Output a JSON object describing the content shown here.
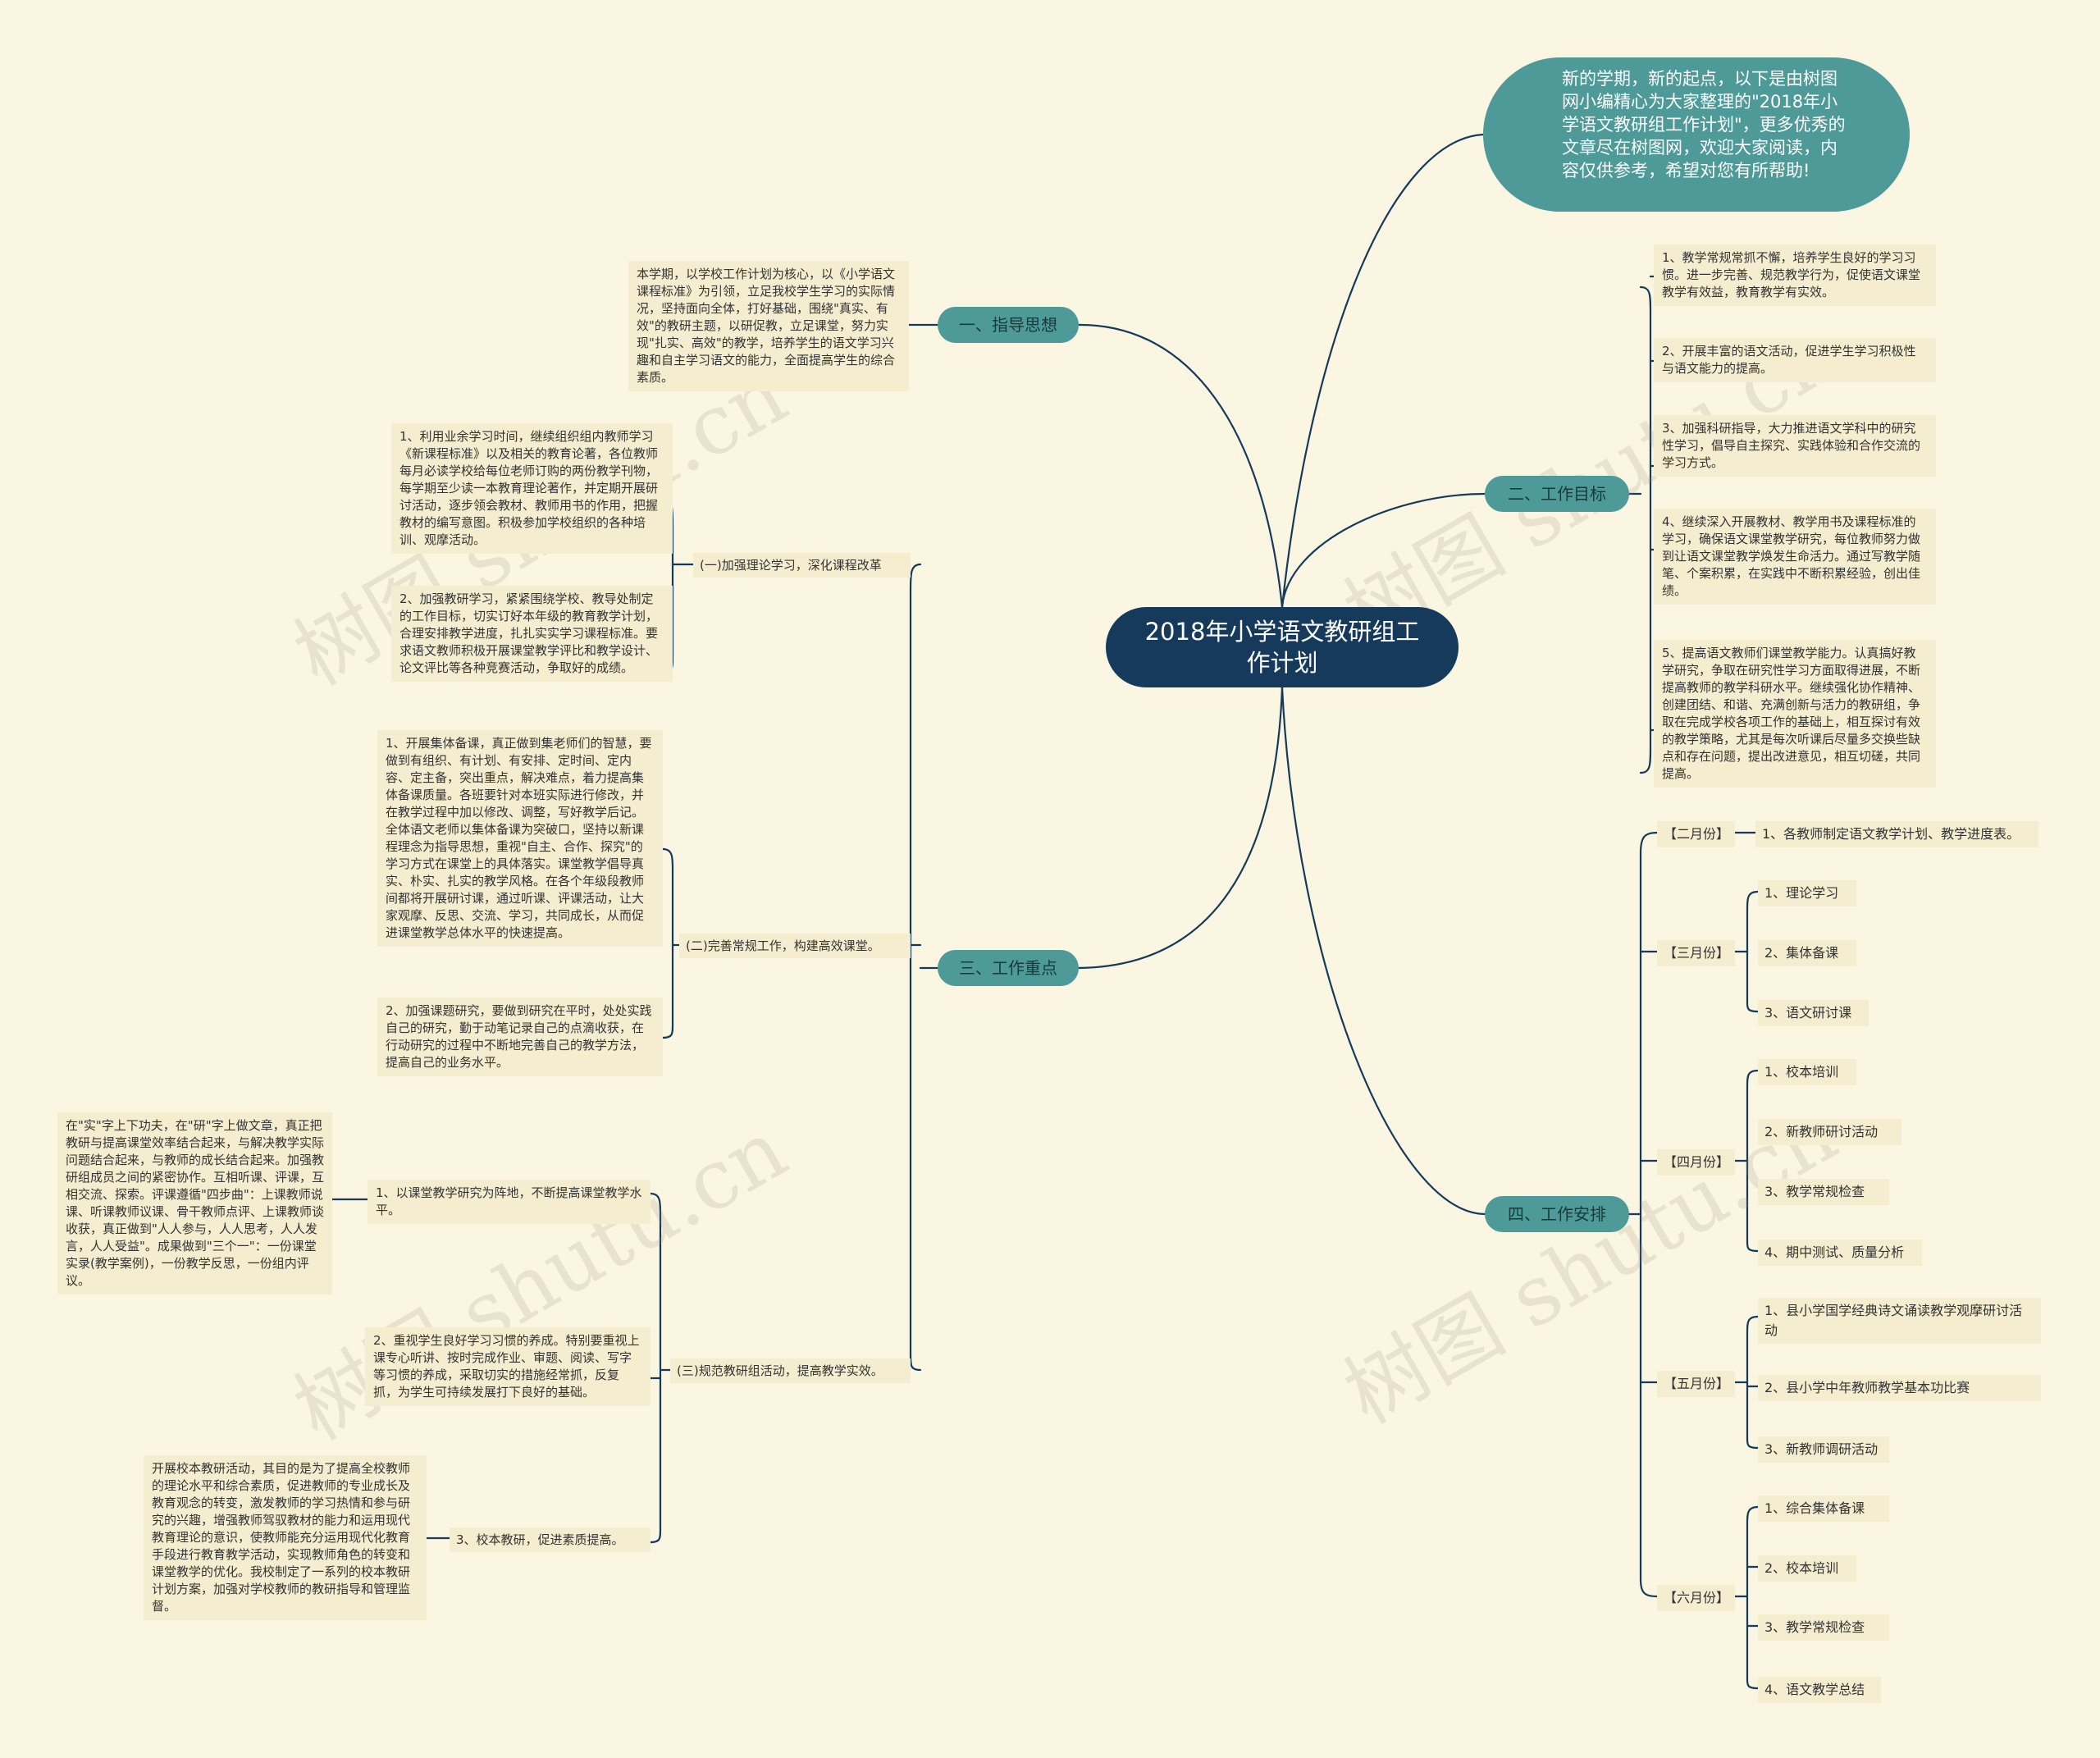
{
  "root": "2018年小学语文教研组工作计划",
  "intro": "新的学期，新的起点，以下是由树图网小编精心为大家整理的\"2018年小学语文教研组工作计划\"，更多优秀的文章尽在树图网，欢迎大家阅读，内容仅供参考，希望对您有所帮助!",
  "branches": {
    "guide": {
      "label": "一、指导思想",
      "text": "本学期，以学校工作计划为核心，以《小学语文课程标准》为引领，立足我校学生学习的实际情况，坚持面向全体，打好基础，围绕\"真实、有效\"的教研主题，以研促教，立足课堂，努力实现\"扎实、高效\"的教学，培养学生的语文学习兴趣和自主学习语文的能力，全面提高学生的综合素质。"
    },
    "goals": {
      "label": "二、工作目标",
      "items": [
        "1、教学常规常抓不懈，培养学生良好的学习习惯。进一步完善、规范教学行为，促使语文课堂教学有效益，教育教学有实效。",
        "2、开展丰富的语文活动，促进学生学习积极性与语文能力的提高。",
        "3、加强科研指导，大力推进语文学科中的研究性学习，倡导自主探究、实践体验和合作交流的学习方式。",
        "4、继续深入开展教材、教学用书及课程标准的学习，确保语文课堂教学研究，每位教师努力做到让语文课堂教学焕发生命活力。通过写教学随笔、个案积累，在实践中不断积累经验，创出佳绩。",
        "5、提高语文教师们课堂教学能力。认真搞好教学研究，争取在研究性学习方面取得进展，不断提高教师的教学科研水平。继续强化协作精神、创建团结、和谐、充满创新与活力的教研组，争取在完成学校各项工作的基础上，相互探讨有效的教学策略，尤其是每次听课后尽量多交换些缺点和存在问题，提出改进意见，相互切磋，共同提高。"
      ]
    },
    "focus": {
      "label": "三、工作重点",
      "sub1": {
        "label": "(一)加强理论学习，深化课程改革",
        "items": [
          "1、利用业余学习时间，继续组织组内教师学习《新课程标准》以及相关的教育论著，各位教师每月必读学校给每位老师订购的两份教学刊物，每学期至少读一本教育理论著作，并定期开展研讨活动，逐步领会教材、教师用书的作用，把握教材的编写意图。积极参加学校组织的各种培训、观摩活动。",
          "2、加强教研学习，紧紧围绕学校、教导处制定的工作目标，切实订好本年级的教育教学计划，合理安排教学进度，扎扎实实学习课程标准。要求语文教师积极开展课堂教学评比和教学设计、论文评比等各种竞赛活动，争取好的成绩。"
        ]
      },
      "sub2": {
        "label": "(二)完善常规工作，构建高效课堂。",
        "items": [
          "1、开展集体备课，真正做到集老师们的智慧，要做到有组织、有计划、有安排、定时间、定内容、定主备，突出重点，解决难点，着力提高集体备课质量。各班要针对本班实际进行修改，并在教学过程中加以修改、调整，写好教学后记。全体语文老师以集体备课为突破口，坚持以新课程理念为指导思想，重视\"自主、合作、探究\"的学习方式在课堂上的具体落实。课堂教学倡导真实、朴实、扎实的教学风格。在各个年级段教师间都将开展研讨课，通过听课、评课活动，让大家观摩、反思、交流、学习，共同成长，从而促进课堂教学总体水平的快速提高。",
          "2、加强课题研究，要做到研究在平时，处处实践自己的研究，勤于动笔记录自己的点滴收获，在行动研究的过程中不断地完善自己的教学方法，提高自己的业务水平。"
        ]
      },
      "sub3": {
        "label": "(三)规范教研组活动，提高教学实效。",
        "item1": "1、以课堂教学研究为阵地，不断提高课堂教学水平。",
        "item1_detail": "在\"实\"字上下功夫，在\"研\"字上做文章，真正把教研与提高课堂效率结合起来，与解决教学实际问题结合起来，与教师的成长结合起来。加强教研组成员之间的紧密协作。互相听课、评课，互相交流、探索。评课遵循\"四步曲\"：上课教师说课、听课教师议课、骨干教师点评、上课教师谈收获，真正做到\"人人参与，人人思考，人人发言，人人受益\"。成果做到\"三个一\"：一份课堂实录(教学案例)，一份教学反思，一份组内评议。",
        "item2": "2、重视学生良好学习习惯的养成。特别要重视上课专心听讲、按时完成作业、审题、阅读、写字等习惯的养成，采取切实的措施经常抓，反复抓，为学生可持续发展打下良好的基础。",
        "item3": "3、校本教研，促进素质提高。",
        "item3_detail": "开展校本教研活动，其目的是为了提高全校教师的理论水平和综合素质，促进教师的专业成长及教育观念的转变，激发教师的学习热情和参与研究的兴趣，增强教师驾驭教材的能力和运用现代教育理论的意识，使教师能充分运用现代化教育手段进行教育教学活动，实现教师角色的转变和课堂教学的优化。我校制定了一系列的校本教研计划方案，加强对学校教师的教研指导和管理监督。"
      }
    },
    "schedule": {
      "label": "四、工作安排",
      "feb": {
        "label": "【二月份】",
        "items": [
          "1、各教师制定语文教学计划、教学进度表。"
        ]
      },
      "mar": {
        "label": "【三月份】",
        "items": [
          "1、理论学习",
          "2、集体备课",
          "3、语文研讨课"
        ]
      },
      "apr": {
        "label": "【四月份】",
        "items": [
          "1、校本培训",
          "2、新教师研讨活动",
          "3、教学常规检查",
          "4、期中测试、质量分析"
        ]
      },
      "may": {
        "label": "【五月份】",
        "items": [
          "1、县小学国学经典诗文诵读教学观摩研讨活动",
          "2、县小学中年教师教学基本功比赛",
          "3、新教师调研活动"
        ]
      },
      "jun": {
        "label": "【六月份】",
        "items": [
          "1、综合集体备课",
          "2、校本培训",
          "3、教学常规检查",
          "4、语文教学总结"
        ]
      }
    }
  },
  "colors": {
    "root_bg": "#163a5c",
    "main_bg": "#4e9a99",
    "line": "#163a5c",
    "box_bg": "#f4edcf",
    "page_bg": "#faf6e2"
  },
  "watermark": "树图 shutu.cn"
}
